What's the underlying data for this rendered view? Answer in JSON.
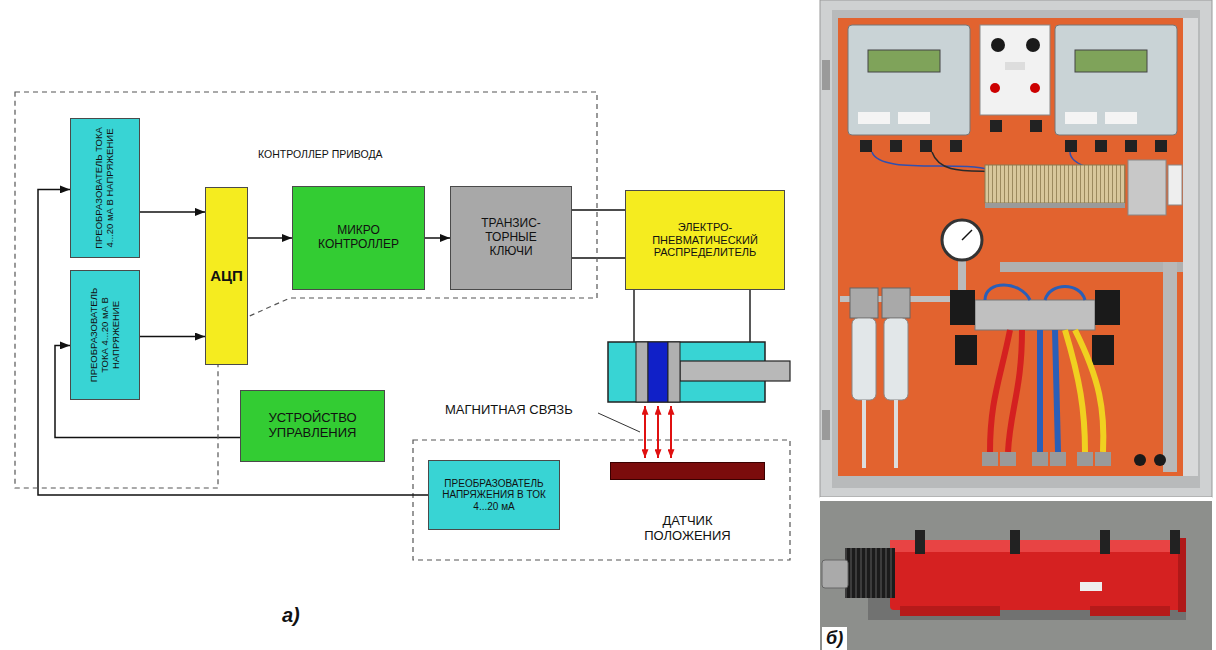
{
  "diagram": {
    "nodes": [
      {
        "text": [
          "КОНТРОЛЛЕР ПРИВОДА"
        ]
      },
      {
        "text": [
          "ПРЕОБРАЗОВАТЕЛЬ ТОКА 4...20 мА В НАПРЯЖЕНИЕ"
        ],
        "in": 0
      },
      {
        "text": [
          "ПРЕОБРАЗОВАТЕЛЬ ТОКА 4...20 мА В НАПРЯЖЕНИЕ"
        ],
        "in": 0
      },
      {
        "text": [
          "АЦП"
        ],
        "in": 0
      },
      {
        "text": [
          "МИКРО КОНТРОЛЛЕР"
        ],
        "in": 0
      },
      {
        "text": [
          "ТРАНЗИС- ТОРНЫЕ КЛЮЧИ"
        ],
        "in": 0
      },
      {
        "text": [
          "ЭЛЕКТРО- ПНЕВМАТИЧЕСКИЙ РАСПРЕДЕЛИТЕЛЬ"
        ]
      },
      {
        "text": [
          "УСТРОЙСТВО УПРАВЛЕНИЯ"
        ]
      },
      {
        "text": [
          "ПРЕОБРАЗОВАТЕЛЬ НАПРЯЖЕНИЯ В ТОК 4...20 мА"
        ]
      },
      {
        "text": [
          "ДАТЧИК ПОЛОЖЕНИЯ"
        ]
      }
    ],
    "edges": [
      {
        "from": 1,
        "to": 3,
        "arrow": "to"
      },
      {
        "from": 2,
        "to": 3,
        "arrow": "to"
      },
      {
        "from": 3,
        "to": 4,
        "arrow": "to"
      },
      {
        "from": 4,
        "to": 5,
        "arrow": "to"
      },
      {
        "from": 5,
        "to": 6,
        "arrow": "none"
      },
      {
        "from": 5,
        "to": 6,
        "arrow": "none"
      },
      {
        "from": 7,
        "to": 2,
        "arrow": "to"
      },
      {
        "from": 8,
        "to": 1,
        "arrow": "to"
      }
    ],
    "labels": [
      "МАГНИТНАЯ СВЯЗЬ",
      "а)",
      "б)"
    ]
  }
}
